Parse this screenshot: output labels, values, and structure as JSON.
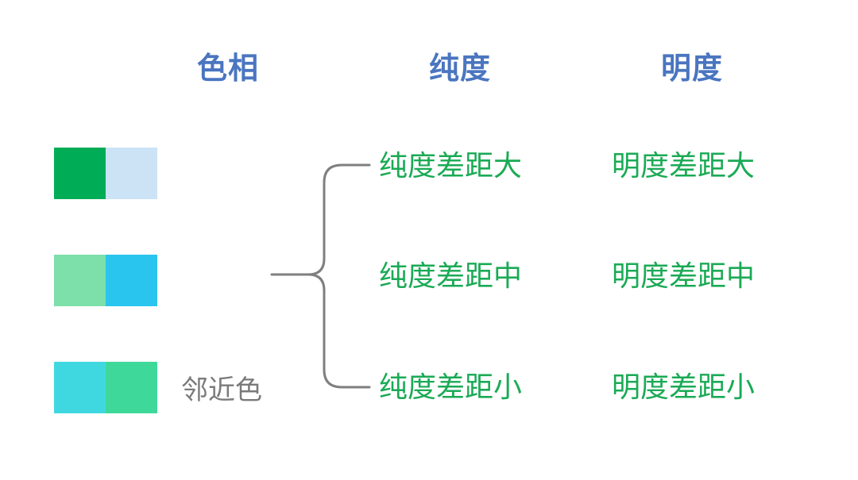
{
  "headers": {
    "hue": "色相",
    "saturation": "纯度",
    "brightness": "明度"
  },
  "swatches": [
    {
      "colors": [
        "#00ac55",
        "#cce3f5"
      ]
    },
    {
      "colors": [
        "#7ddfaa",
        "#29c5ee"
      ]
    },
    {
      "colors": [
        "#40d8e0",
        "#3ed89a"
      ],
      "label": "邻近色"
    }
  ],
  "saturation_items": [
    "纯度差距大",
    "纯度差距中",
    "纯度差距小"
  ],
  "brightness_items": [
    "明度差距大",
    "明度差距中",
    "明度差距小"
  ],
  "colors": {
    "header": "#4a75c0",
    "item_text": "#1aaa55",
    "label_text": "#7a7a7a",
    "brace": "#7f7f7f"
  }
}
